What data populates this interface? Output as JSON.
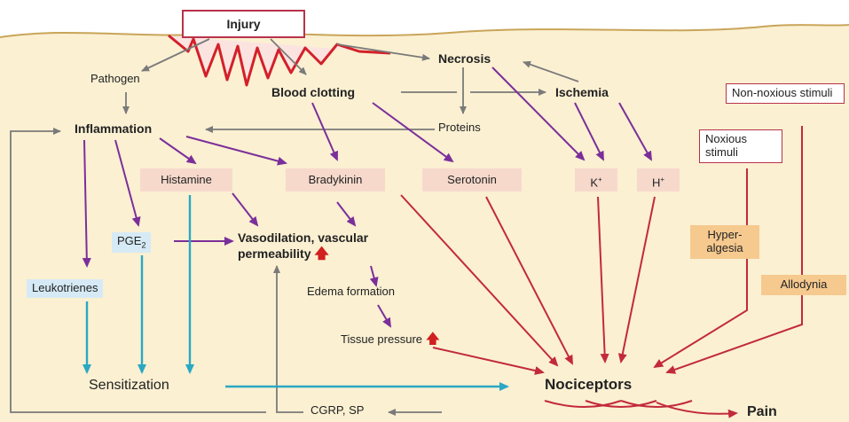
{
  "nodes": {
    "injury": "Injury",
    "pathogen": "Pathogen",
    "blood_clotting": "Blood clotting",
    "necrosis": "Necrosis",
    "ischemia": "Ischemia",
    "proteins": "Proteins",
    "inflammation": "Inflammation",
    "histamine": "Histamine",
    "bradykinin": "Bradykinin",
    "serotonin": "Serotonin",
    "potassium": "K",
    "potassium_sup": "+",
    "hydrogen": "H",
    "hydrogen_sup": "+",
    "non_noxious_stimuli": "Non-noxious stimuli",
    "noxious_stimuli": "Noxious stimuli",
    "pge2": "PGE",
    "pge2_sub": "2",
    "vasodilation": "Vasodilation, vascular permeability",
    "leukotrienes": "Leukotrienes",
    "edema_formation": "Edema formation",
    "tissue_pressure": "Tissue pressure",
    "hyperalgesia": "Hyper-algesia",
    "allodynia": "Allodynia",
    "sensitization": "Sensitization",
    "nociceptors": "Nociceptors",
    "cgrp_sp": "CGRP, SP",
    "pain": "Pain"
  },
  "colors": {
    "gray_arrow": "#7a7a7a",
    "purple_arrow": "#7b2f9a",
    "red_arrow": "#c22a3c",
    "blue_arrow": "#2aa8c4",
    "tissue_fill": "#fbf0d2",
    "tissue_border": "#c9a55a",
    "wound_red": "#d3202a"
  }
}
